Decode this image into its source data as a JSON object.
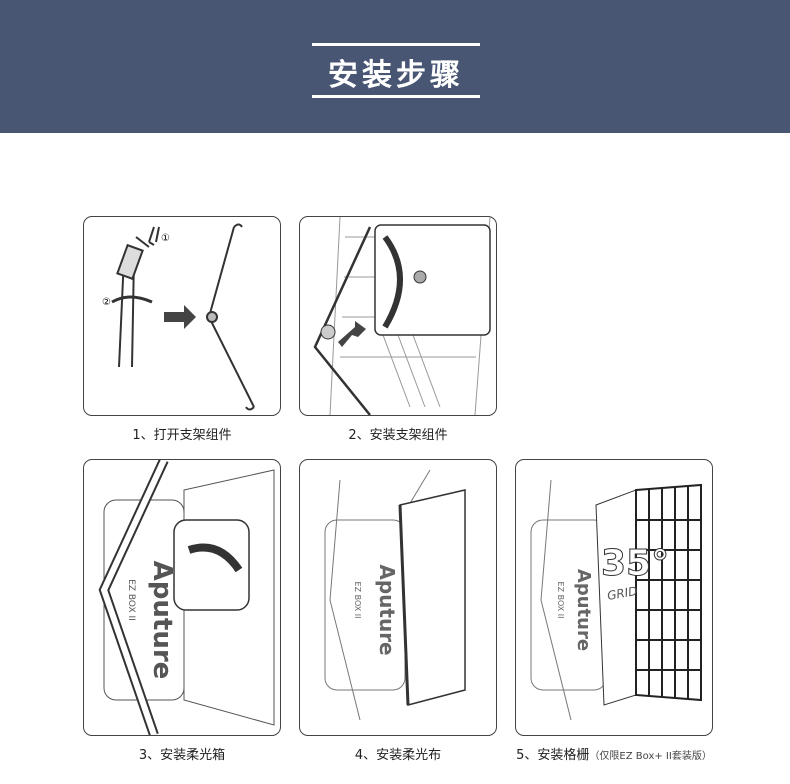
{
  "header": {
    "title": "安装步骤",
    "background": "#485573"
  },
  "steps": [
    {
      "caption": "1、打开支架组件",
      "markers": [
        "①",
        "②"
      ]
    },
    {
      "caption": "2、安装支架组件"
    },
    {
      "caption": "3、安装柔光箱",
      "logo": "Aputure",
      "model": "EZ BOX II"
    },
    {
      "caption": "4、安装柔光布",
      "logo": "Aputure",
      "model": "EZ BOX II"
    },
    {
      "caption": "5、安装格栅",
      "note": "（仅限EZ Box+ II套装版）",
      "logo": "Aputure",
      "model": "EZ BOX II",
      "grid_angle": "35°",
      "grid_label": "GRID"
    }
  ]
}
